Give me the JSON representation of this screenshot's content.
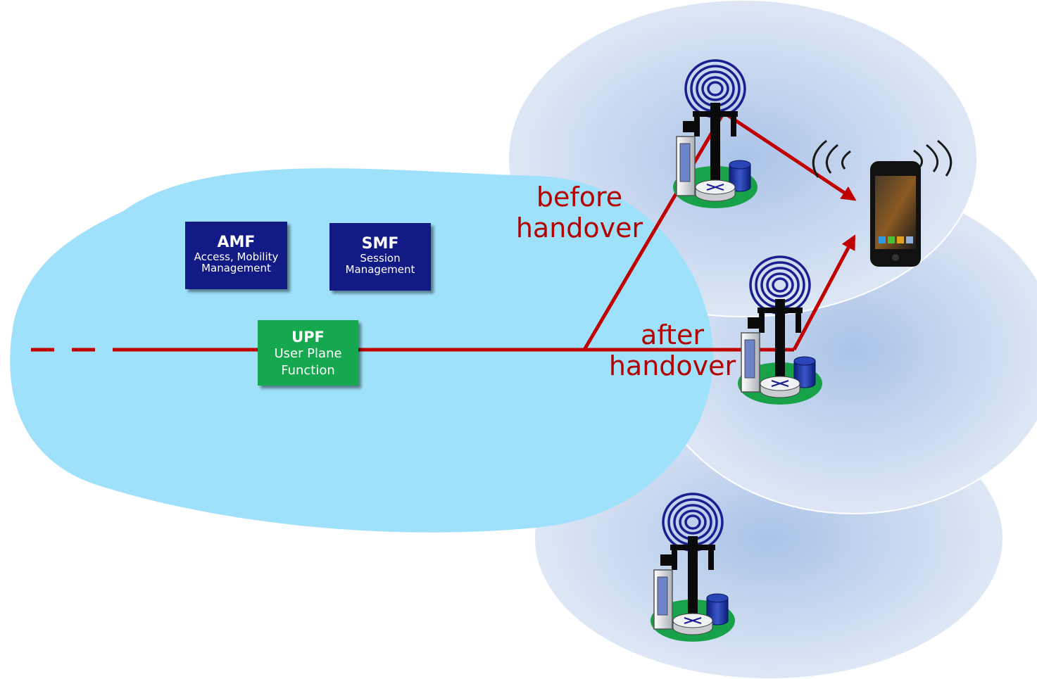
{
  "amf": {
    "title": "AMF",
    "subtitle": "Access, Mobility Management"
  },
  "smf": {
    "title": "SMF",
    "subtitle": "Session Management"
  },
  "upf": {
    "title": "UPF",
    "subtitle": "User Plane Function"
  },
  "labels": {
    "before": "before handover",
    "after": "after handover"
  },
  "colors": {
    "core_network": "#9fe1fb",
    "cell_coverage": "#c8d7ef",
    "control_boxes": "#111a85",
    "upf_box": "#16a84e",
    "data_path": "#c00000",
    "label_text": "#b30000"
  },
  "icons": {
    "base_station": "antenna-tower-with-server-router-and-cylinder",
    "phone": "smartphone-with-radio-waves"
  }
}
